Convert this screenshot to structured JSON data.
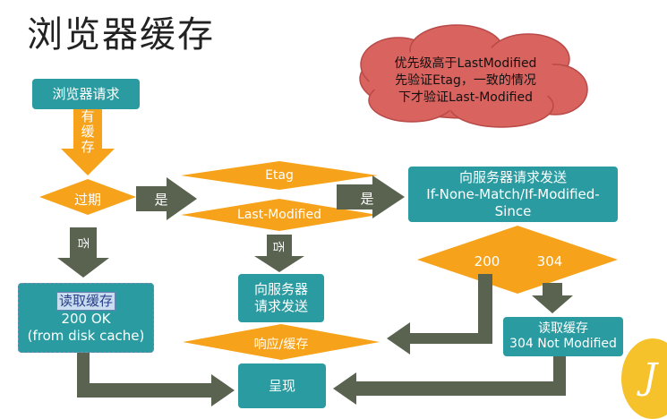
{
  "title": "浏览器缓存",
  "cloud_lines": [
    "优先级高于LastModified",
    "先验证Etag，一致的情况",
    "下才验证Last-Modified"
  ],
  "nodes": {
    "browser_request": "浏览器请求",
    "expired": "过期",
    "etag": "Etag",
    "last_modified": "Last-Modified",
    "send_to_server_l1": "向服务器请求发送",
    "send_to_server_l2": "If-None-Match/If-Modified-Since",
    "status_200": "200",
    "status_304": "304",
    "read_cache_label": "读取缓存",
    "ok_line": "200 OK",
    "disk_cache_line": "(from disk cache)",
    "send_mid_l1": "向服务器",
    "send_mid_l2": "请求发送",
    "response_cache": "响应/缓存",
    "read_cache_304_l1": "读取缓存",
    "read_cache_304_l2": "304 Not Modified",
    "render": "呈现"
  },
  "arrows": {
    "has_cache": [
      "有",
      "缓",
      "存"
    ],
    "yes_1": "是",
    "yes_2": "是",
    "no_1": "否",
    "no_2": "否"
  },
  "colors": {
    "teal": "#2a9ba0",
    "orange": "#f7a21b",
    "dark_arrow": "#5a6350",
    "cloud": "#d9635f"
  },
  "icons": {
    "badge": "J-logo"
  }
}
